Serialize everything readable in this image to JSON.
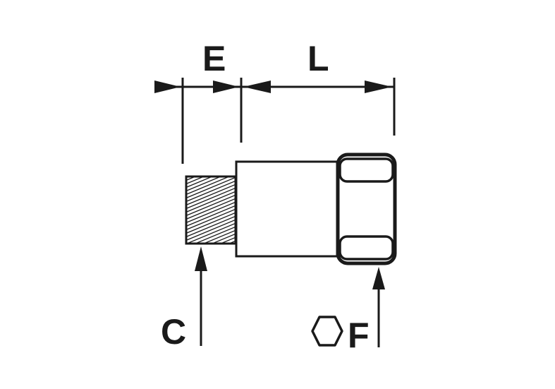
{
  "labels": {
    "e": "E",
    "l": "L",
    "c": "C",
    "f": "F"
  },
  "icons": {
    "hex_key_symbol": "hexagon-outline"
  },
  "colors": {
    "line": "#1a1a1a",
    "background": "#ffffff"
  }
}
